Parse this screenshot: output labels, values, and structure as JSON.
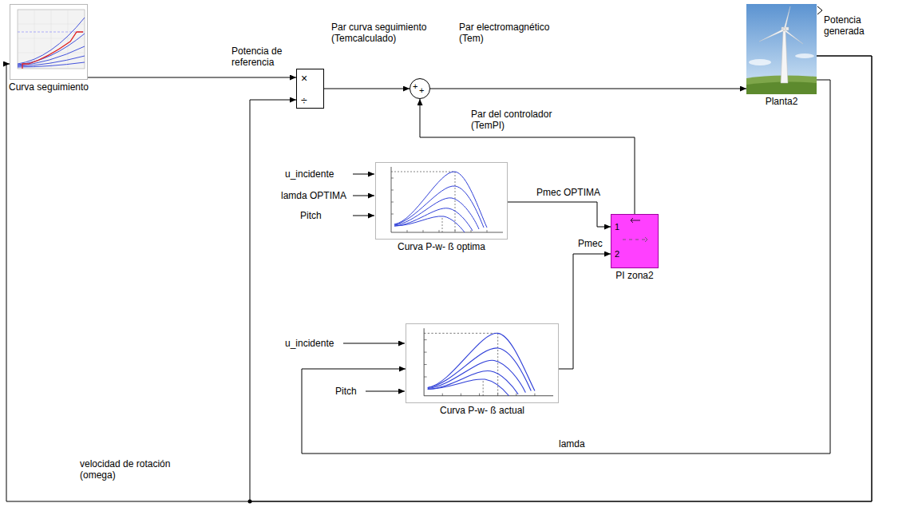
{
  "diagram": {
    "nodes": [
      {
        "text": [
          "Curva seguimiento"
        ]
      },
      {
        "text": [
          "×",
          "÷"
        ]
      },
      {
        "text": [
          "+",
          "+"
        ]
      },
      {
        "text": [
          "Planta2"
        ]
      },
      {
        "text": [
          "Curva P-w- ß optima"
        ]
      },
      {
        "text": [
          "1",
          "2",
          "PI zona2"
        ]
      },
      {
        "text": [
          "Curva P-w- ß actual"
        ]
      }
    ],
    "edges": [
      {
        "from": 0,
        "to": 1,
        "arrow": "to",
        "label": "Potencia de referencia"
      },
      {
        "from": 1,
        "to": 2,
        "arrow": "to",
        "label": "Par curva seguimiento (Temcalculado)"
      },
      {
        "from": 2,
        "to": 3,
        "arrow": "to",
        "label": "Par electromagnético (Tem)"
      },
      {
        "from": 5,
        "to": 2,
        "arrow": "to",
        "label": "Par del controlador (TemPI)"
      },
      {
        "from": 4,
        "to": 5,
        "arrow": "to",
        "label": "Pmec OPTIMA"
      },
      {
        "from": 6,
        "to": 5,
        "arrow": "to",
        "label": "Pmec"
      },
      {
        "from": 3,
        "to": 6,
        "arrow": "to",
        "label": "lamda"
      },
      {
        "from": 3,
        "to": 0,
        "arrow": "to",
        "label": "velocidad de rotación (omega)"
      },
      {
        "from": 3,
        "to": 1,
        "arrow": "to"
      }
    ],
    "labels": [
      "Potencia generada",
      "u_incidente",
      "lamda OPTIMA",
      "Pitch",
      "u_incidente",
      "Pitch"
    ]
  }
}
